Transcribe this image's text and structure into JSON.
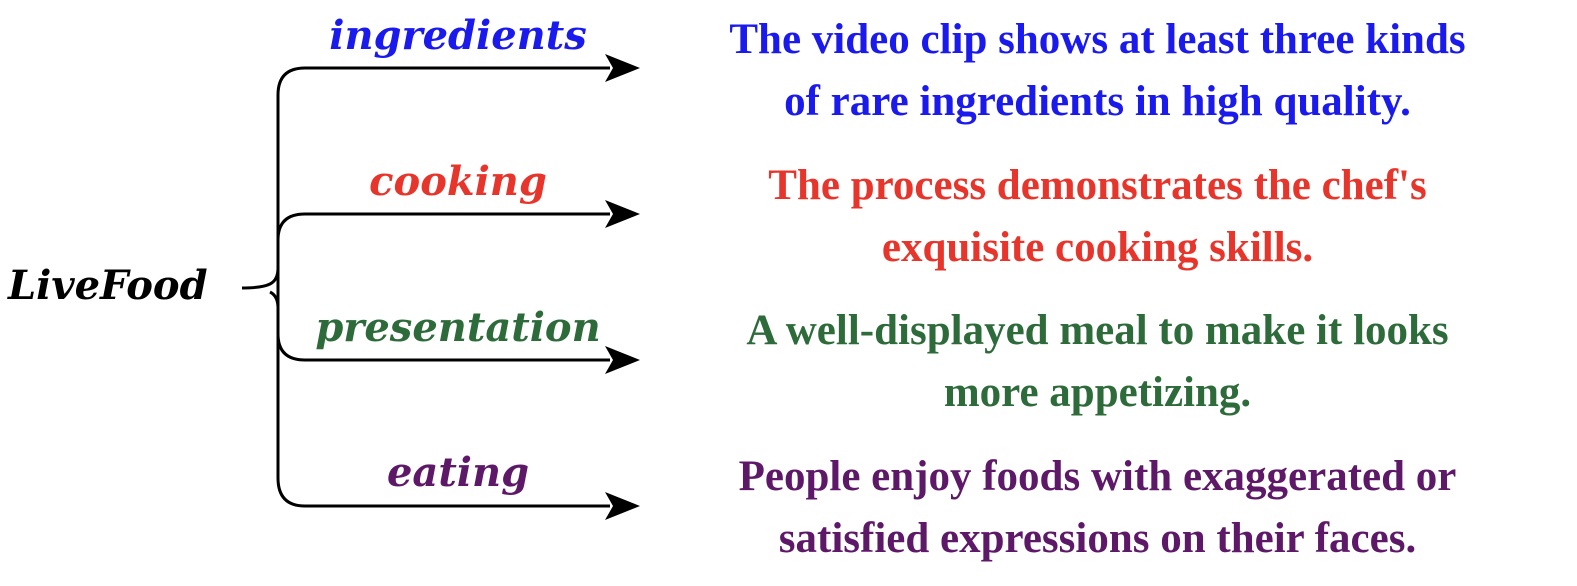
{
  "root": {
    "label": "LiveFood"
  },
  "branches": [
    {
      "label": "ingredients",
      "color": "#1a1aee",
      "description": [
        "The video clip shows at least three kinds",
        "of rare ingredients in high quality."
      ]
    },
    {
      "label": "cooking",
      "color": "#e8352b",
      "description": [
        "The process demonstrates the chef's",
        "exquisite cooking skills."
      ]
    },
    {
      "label": "presentation",
      "color": "#2e6b3a",
      "description": [
        "A well-displayed meal to make it looks",
        "more appetizing."
      ]
    },
    {
      "label": "eating",
      "color": "#5e1868",
      "description": [
        "People enjoy foods with exaggerated or",
        "satisfied expressions on their faces."
      ]
    }
  ]
}
